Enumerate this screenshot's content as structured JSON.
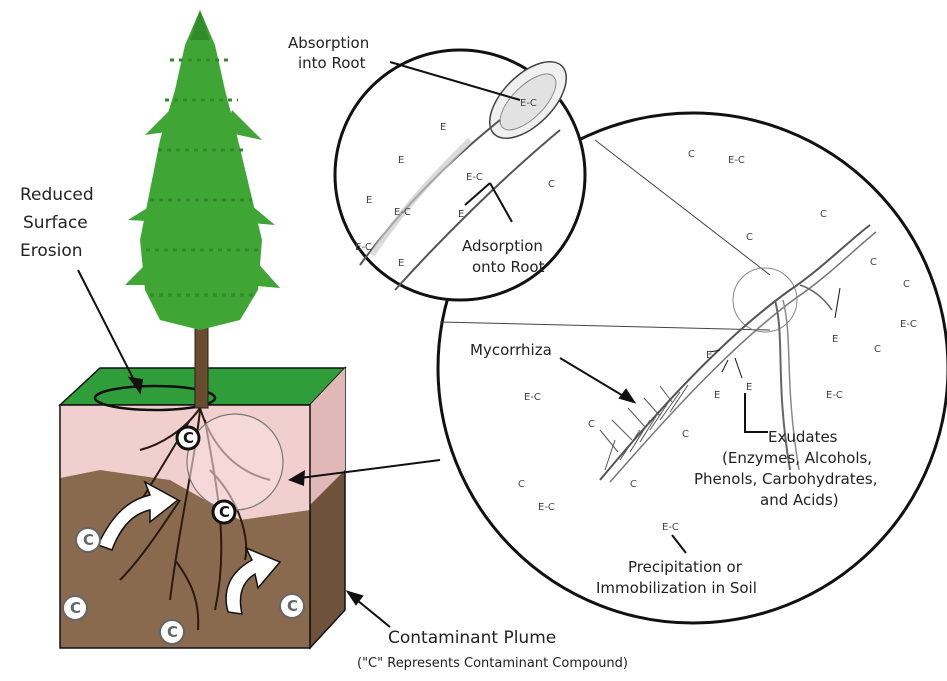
{
  "labels": {
    "absorption": [
      "Absorption",
      "into Root"
    ],
    "reduced_erosion": [
      "Reduced",
      "Surface",
      "Erosion"
    ],
    "adsorption": [
      "Adsorption",
      "onto Root"
    ],
    "mycorrhiza": "Mycorrhiza",
    "exudates": [
      "Exudates",
      "(Enzymes, Alcohols,",
      "Phenols, Carbohydrates,",
      "and Acids)"
    ],
    "precipitation": [
      "Precipitation or",
      "Immobilization in Soil"
    ],
    "plume": [
      "Contaminant Plume",
      "(\"C\" Represents Contaminant Compound)"
    ]
  },
  "markers": {
    "c": "C",
    "e": "E",
    "ec": "E-C"
  },
  "colors": {
    "tree_green": "#3fa535",
    "grass_top": "#2f9e3a",
    "topsoil": "#f2cfcf",
    "subsoil": "#8a6a4e",
    "line": "#111111"
  }
}
